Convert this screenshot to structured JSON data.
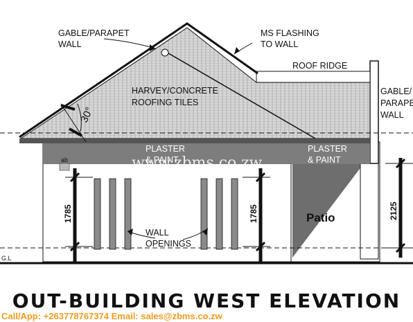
{
  "labels": {
    "gable_parapet_left": [
      "GABLE/PARAPET",
      "WALL"
    ],
    "ms_flashing": [
      "MS FLASHING",
      "TO WALL"
    ],
    "roof_ridge": "ROOF RIDGE",
    "roofing_tiles": [
      "HARVEY/CONCRETE",
      "ROOFING TILES"
    ],
    "gable_parapet_right": [
      "GABLE/",
      "PARAPE",
      "WALL"
    ],
    "roof_pitch": "30°",
    "plaster_left": [
      "PLASTER",
      "& PAINT"
    ],
    "plaster_right": [
      "PLASTER",
      "& PAINT"
    ],
    "ab_tag": "ab",
    "wall_openings": [
      "WALL",
      "OPENINGS"
    ],
    "patio": "Patio",
    "ground_level": "G.L"
  },
  "dimensions": {
    "left_opening_height": "1785",
    "right_opening_height": "1785",
    "patio_height": "2125"
  },
  "watermark": "www.zbms.co.zw",
  "title": "OUT-BUILDING WEST ELEVATION",
  "contact": "Call/App: +263778767374  Email: sales@zbms.co.zw",
  "colors": {
    "ink": "#111111",
    "wall_grey": "#7a7a7a",
    "roof_tile": "#c8c8c8",
    "fascia": "#6a6a6a",
    "contact_orange": "#f29a1c",
    "green_paving": "#7fbf7f"
  }
}
